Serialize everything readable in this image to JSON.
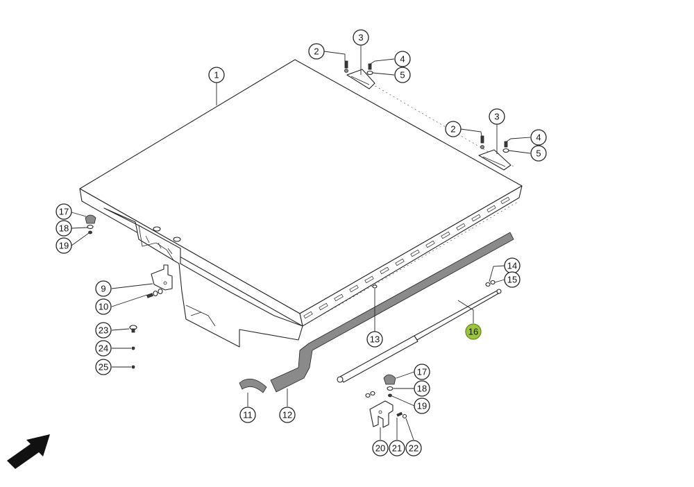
{
  "callouts": [
    {
      "id": "c1",
      "label": "1",
      "highlight": false
    },
    {
      "id": "c2a",
      "label": "2",
      "highlight": false
    },
    {
      "id": "c3a",
      "label": "3",
      "highlight": false
    },
    {
      "id": "c4a",
      "label": "4",
      "highlight": false
    },
    {
      "id": "c5a",
      "label": "5",
      "highlight": false
    },
    {
      "id": "c2b",
      "label": "2",
      "highlight": false
    },
    {
      "id": "c3b",
      "label": "3",
      "highlight": false
    },
    {
      "id": "c4b",
      "label": "4",
      "highlight": false
    },
    {
      "id": "c5b",
      "label": "5",
      "highlight": false
    },
    {
      "id": "c17a",
      "label": "17",
      "highlight": false
    },
    {
      "id": "c18a",
      "label": "18",
      "highlight": false
    },
    {
      "id": "c19a",
      "label": "19",
      "highlight": false
    },
    {
      "id": "c9",
      "label": "9",
      "highlight": false
    },
    {
      "id": "c10",
      "label": "10",
      "highlight": false
    },
    {
      "id": "c23",
      "label": "23",
      "highlight": false
    },
    {
      "id": "c24",
      "label": "24",
      "highlight": false
    },
    {
      "id": "c25",
      "label": "25",
      "highlight": false
    },
    {
      "id": "c13",
      "label": "13",
      "highlight": false
    },
    {
      "id": "c14",
      "label": "14",
      "highlight": false
    },
    {
      "id": "c15",
      "label": "15",
      "highlight": false
    },
    {
      "id": "c16",
      "label": "16",
      "highlight": true
    },
    {
      "id": "c17b",
      "label": "17",
      "highlight": false
    },
    {
      "id": "c18b",
      "label": "18",
      "highlight": false
    },
    {
      "id": "c19b",
      "label": "19",
      "highlight": false
    },
    {
      "id": "c11",
      "label": "11",
      "highlight": false
    },
    {
      "id": "c12",
      "label": "12",
      "highlight": false
    },
    {
      "id": "c20",
      "label": "20",
      "highlight": false
    },
    {
      "id": "c21",
      "label": "21",
      "highlight": false
    },
    {
      "id": "c22",
      "label": "22",
      "highlight": false
    }
  ],
  "colors": {
    "highlight": "#9bc53d",
    "line": "#222222"
  },
  "icons": {
    "direction_arrow": "direction-arrow-icon"
  }
}
